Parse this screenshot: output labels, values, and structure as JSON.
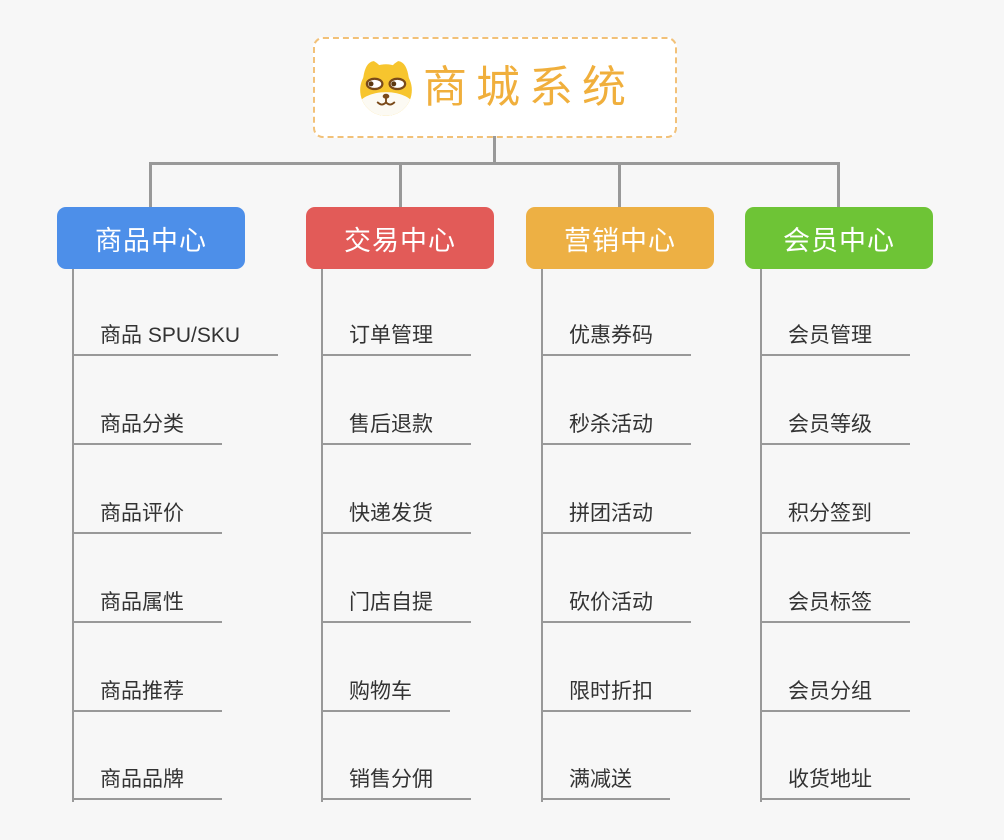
{
  "page": {
    "background_color": "#F7F7F7",
    "connector_color": "#999999"
  },
  "root": {
    "title": "商城系统",
    "icon": "dog-face-icon",
    "text_color": "#F0AF3C",
    "border_color": "#F2C178"
  },
  "branches": [
    {
      "label": "商品中心",
      "color": "#4D8FE9",
      "items": [
        "商品 SPU/SKU",
        "商品分类",
        "商品评价",
        "商品属性",
        "商品推荐",
        "商品品牌"
      ]
    },
    {
      "label": "交易中心",
      "color": "#E25B58",
      "items": [
        "订单管理",
        "售后退款",
        "快递发货",
        "门店自提",
        "购物车",
        "销售分佣"
      ]
    },
    {
      "label": "营销中心",
      "color": "#EDB044",
      "items": [
        "优惠券码",
        "秒杀活动",
        "拼团活动",
        "砍价活动",
        "限时折扣",
        "满减送"
      ]
    },
    {
      "label": "会员中心",
      "color": "#6EC436",
      "items": [
        "会员管理",
        "会员等级",
        "积分签到",
        "会员标签",
        "会员分组",
        "收货地址"
      ]
    }
  ]
}
